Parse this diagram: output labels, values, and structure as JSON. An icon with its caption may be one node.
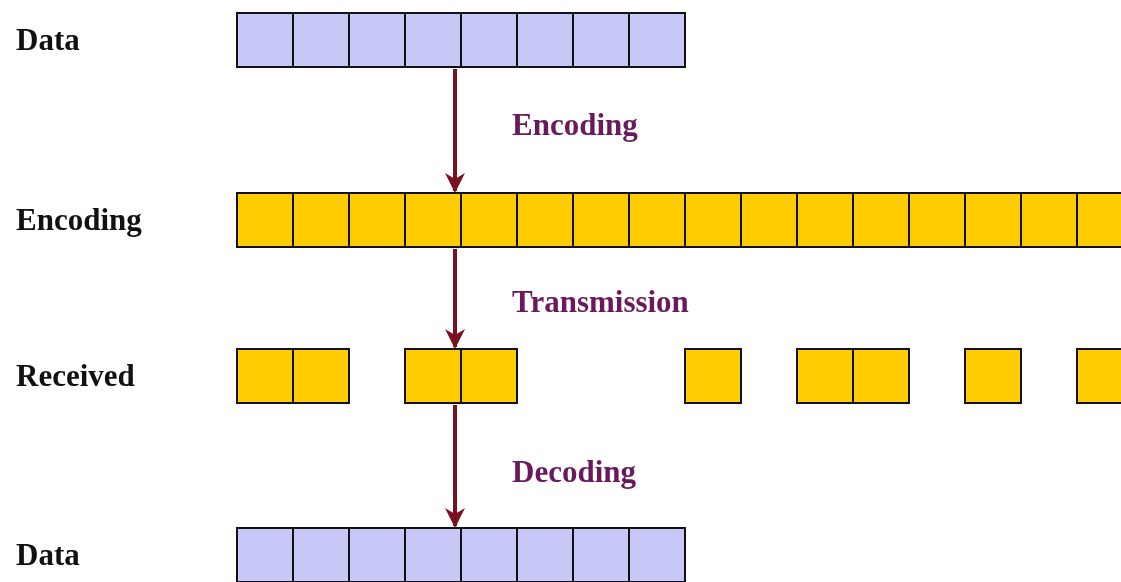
{
  "diagram": {
    "nodes": [
      {
        "text": [],
        "shape": "bar"
      },
      {
        "text": [],
        "shape": "box",
        "in": 0
      },
      {
        "text": [],
        "shape": "box",
        "in": 0
      },
      {
        "text": [],
        "shape": "box",
        "in": 0
      },
      {
        "text": [],
        "shape": "box",
        "in": 0
      },
      {
        "text": [],
        "shape": "box",
        "in": 0
      },
      {
        "text": [],
        "shape": "box",
        "in": 0
      },
      {
        "text": [],
        "shape": "box",
        "in": 0
      },
      {
        "text": [],
        "shape": "box",
        "in": 0
      },
      {
        "text": [],
        "shape": "bar"
      },
      {
        "text": [],
        "shape": "box",
        "in": 9
      },
      {
        "text": [],
        "shape": "box",
        "in": 9
      },
      {
        "text": [],
        "shape": "box",
        "in": 9
      },
      {
        "text": [],
        "shape": "box",
        "in": 9
      },
      {
        "text": [],
        "shape": "box",
        "in": 9
      },
      {
        "text": [],
        "shape": "box",
        "in": 9
      },
      {
        "text": [],
        "shape": "box",
        "in": 9
      },
      {
        "text": [],
        "shape": "box",
        "in": 9
      },
      {
        "text": [],
        "shape": "box",
        "in": 9
      },
      {
        "text": [],
        "shape": "box",
        "in": 9
      },
      {
        "text": [],
        "shape": "box",
        "in": 9
      },
      {
        "text": [],
        "shape": "box",
        "in": 9
      },
      {
        "text": [],
        "shape": "box",
        "in": 9
      },
      {
        "text": [],
        "shape": "box",
        "in": 9
      },
      {
        "text": [],
        "shape": "box",
        "in": 9
      },
      {
        "text": [],
        "shape": "box",
        "in": 9
      },
      {
        "text": [],
        "shape": "bar"
      },
      {
        "text": [],
        "shape": "box",
        "in": 26
      },
      {
        "text": [],
        "shape": "box",
        "in": 26
      },
      {
        "text": [],
        "shape": "box",
        "in": 26
      },
      {
        "text": [],
        "shape": "box",
        "in": 26
      },
      {
        "text": [],
        "shape": "box",
        "in": 26
      },
      {
        "text": [],
        "shape": "box",
        "in": 26
      },
      {
        "text": [],
        "shape": "box",
        "in": 26
      },
      {
        "text": [],
        "shape": "box",
        "in": 26
      },
      {
        "text": [],
        "shape": "box",
        "in": 26
      },
      {
        "text": [],
        "shape": "bar"
      },
      {
        "text": [],
        "shape": "box",
        "in": 36
      },
      {
        "text": [],
        "shape": "box",
        "in": 36
      },
      {
        "text": [],
        "shape": "box",
        "in": 36
      },
      {
        "text": [],
        "shape": "box",
        "in": 36
      },
      {
        "text": [],
        "shape": "box",
        "in": 36
      },
      {
        "text": [],
        "shape": "box",
        "in": 36
      },
      {
        "text": [],
        "shape": "box",
        "in": 36
      },
      {
        "text": [],
        "shape": "box",
        "in": 36
      }
    ],
    "edges": [
      {
        "from": 0,
        "to": 9,
        "arrow": "to",
        "label": "Encoding"
      },
      {
        "from": 9,
        "to": 26,
        "arrow": "to",
        "label": "Transmission"
      },
      {
        "from": 26,
        "to": 36,
        "arrow": "to",
        "label": "Decoding"
      }
    ],
    "labels": [
      "Data",
      "Encoding",
      "Received",
      "Data"
    ]
  }
}
